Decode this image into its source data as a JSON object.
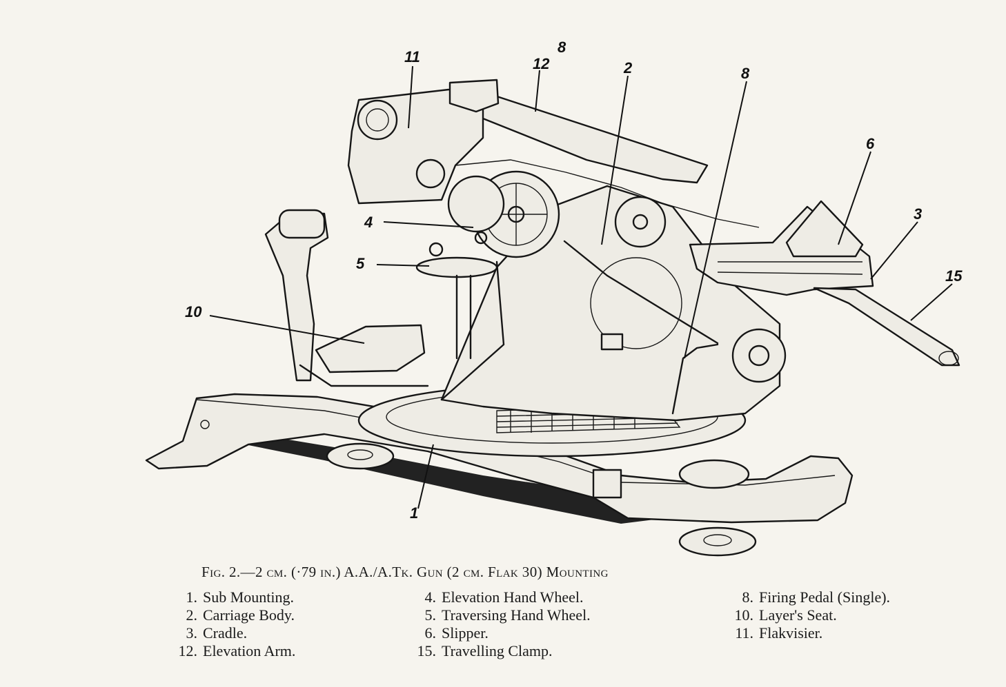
{
  "caption": "Fig. 2.—2 cm. (·79 in.) A.A./A.Tk. Gun (2 cm. Flak 30) Mounting",
  "callouts": [
    {
      "id": "11",
      "text": "11"
    },
    {
      "id": "12",
      "text": "12"
    },
    {
      "id": "8a",
      "text": "8"
    },
    {
      "id": "2",
      "text": "2"
    },
    {
      "id": "8b",
      "text": "8"
    },
    {
      "id": "6",
      "text": "6"
    },
    {
      "id": "3",
      "text": "3"
    },
    {
      "id": "15",
      "text": "15"
    },
    {
      "id": "4",
      "text": "4"
    },
    {
      "id": "5",
      "text": "5"
    },
    {
      "id": "10",
      "text": "10"
    },
    {
      "id": "1",
      "text": "1"
    }
  ],
  "legend": {
    "col1": [
      {
        "num": "1.",
        "label": "Sub Mounting."
      },
      {
        "num": "2.",
        "label": "Carriage Body."
      },
      {
        "num": "3.",
        "label": "Cradle."
      },
      {
        "num": "12.",
        "label": "Elevation Arm."
      }
    ],
    "col2": [
      {
        "num": "4.",
        "label": "Elevation Hand Wheel."
      },
      {
        "num": "5.",
        "label": "Traversing Hand Wheel."
      },
      {
        "num": "6.",
        "label": "Slipper."
      },
      {
        "num": "15.",
        "label": "Travelling Clamp."
      }
    ],
    "col3": [
      {
        "num": "8.",
        "label": "Firing Pedal (Single)."
      },
      {
        "num": "10.",
        "label": "Layer's Seat."
      },
      {
        "num": "11.",
        "label": "Flakvisier."
      }
    ]
  }
}
